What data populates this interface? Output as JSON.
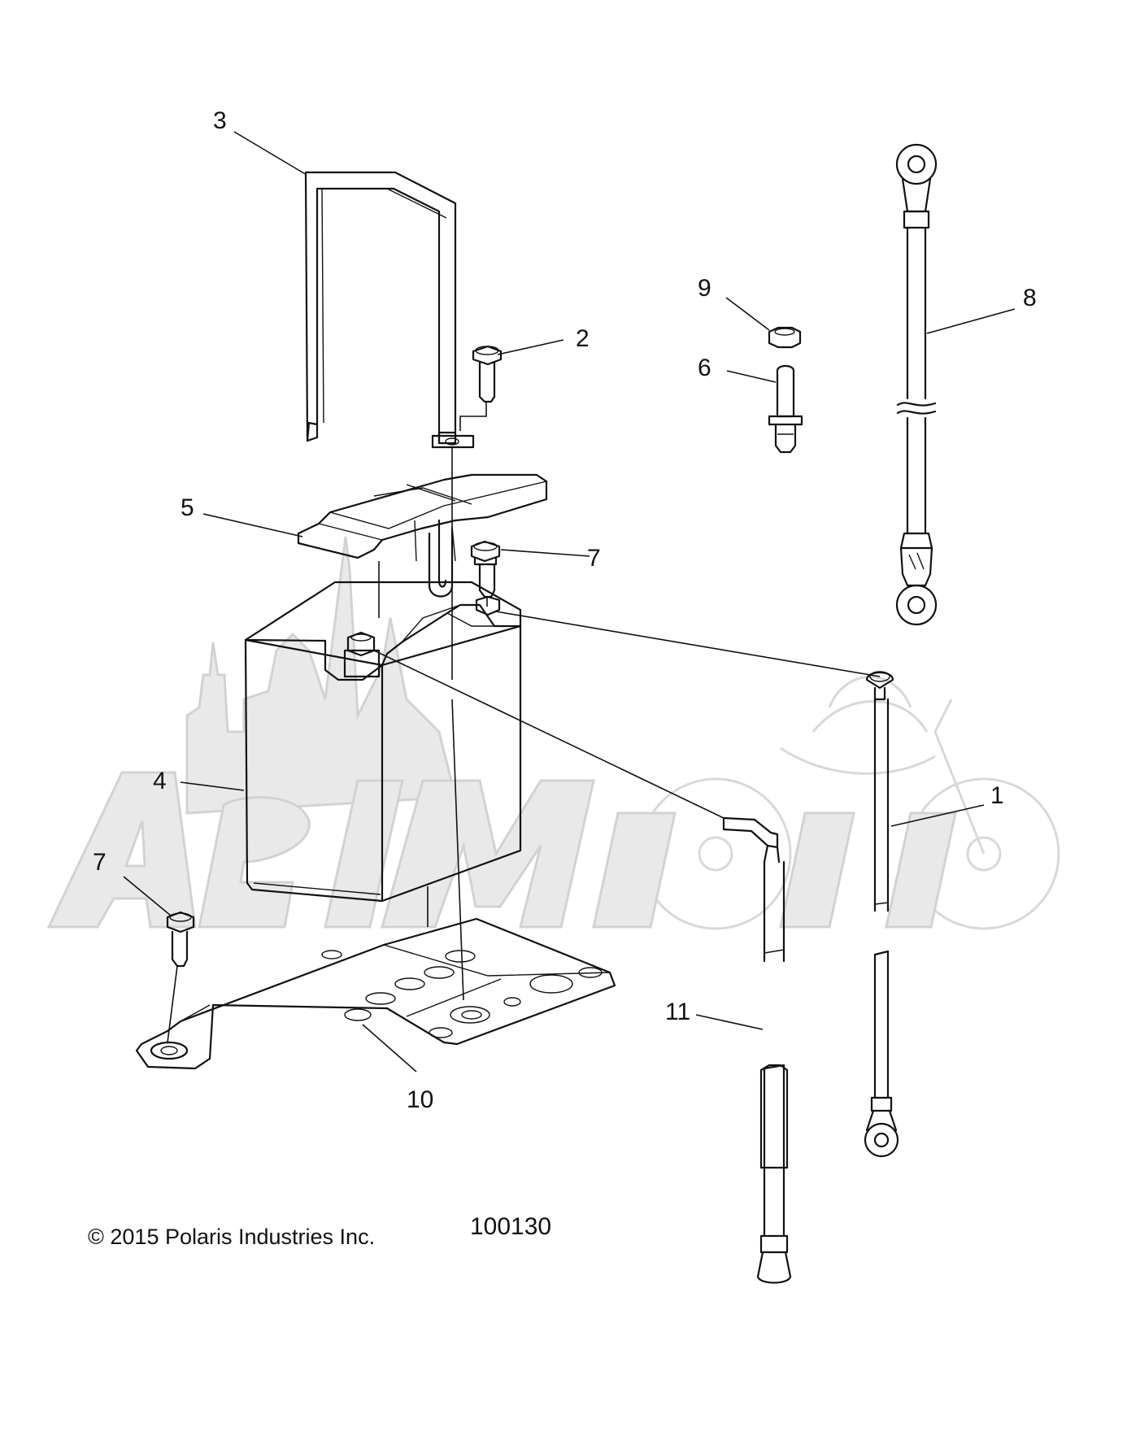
{
  "callouts": [
    {
      "label": "3"
    },
    {
      "label": "2"
    },
    {
      "label": "9"
    },
    {
      "label": "8"
    },
    {
      "label": "6"
    },
    {
      "label": "5"
    },
    {
      "label": "7"
    },
    {
      "label": "4"
    },
    {
      "label": "1"
    },
    {
      "label": "7"
    },
    {
      "label": "11"
    },
    {
      "label": "10"
    }
  ],
  "copyright": "© 2015 Polaris Industries Inc.",
  "diagram_number": "100130",
  "watermark": {
    "text": "AeiMoto",
    "color": "#e6e6e6"
  }
}
